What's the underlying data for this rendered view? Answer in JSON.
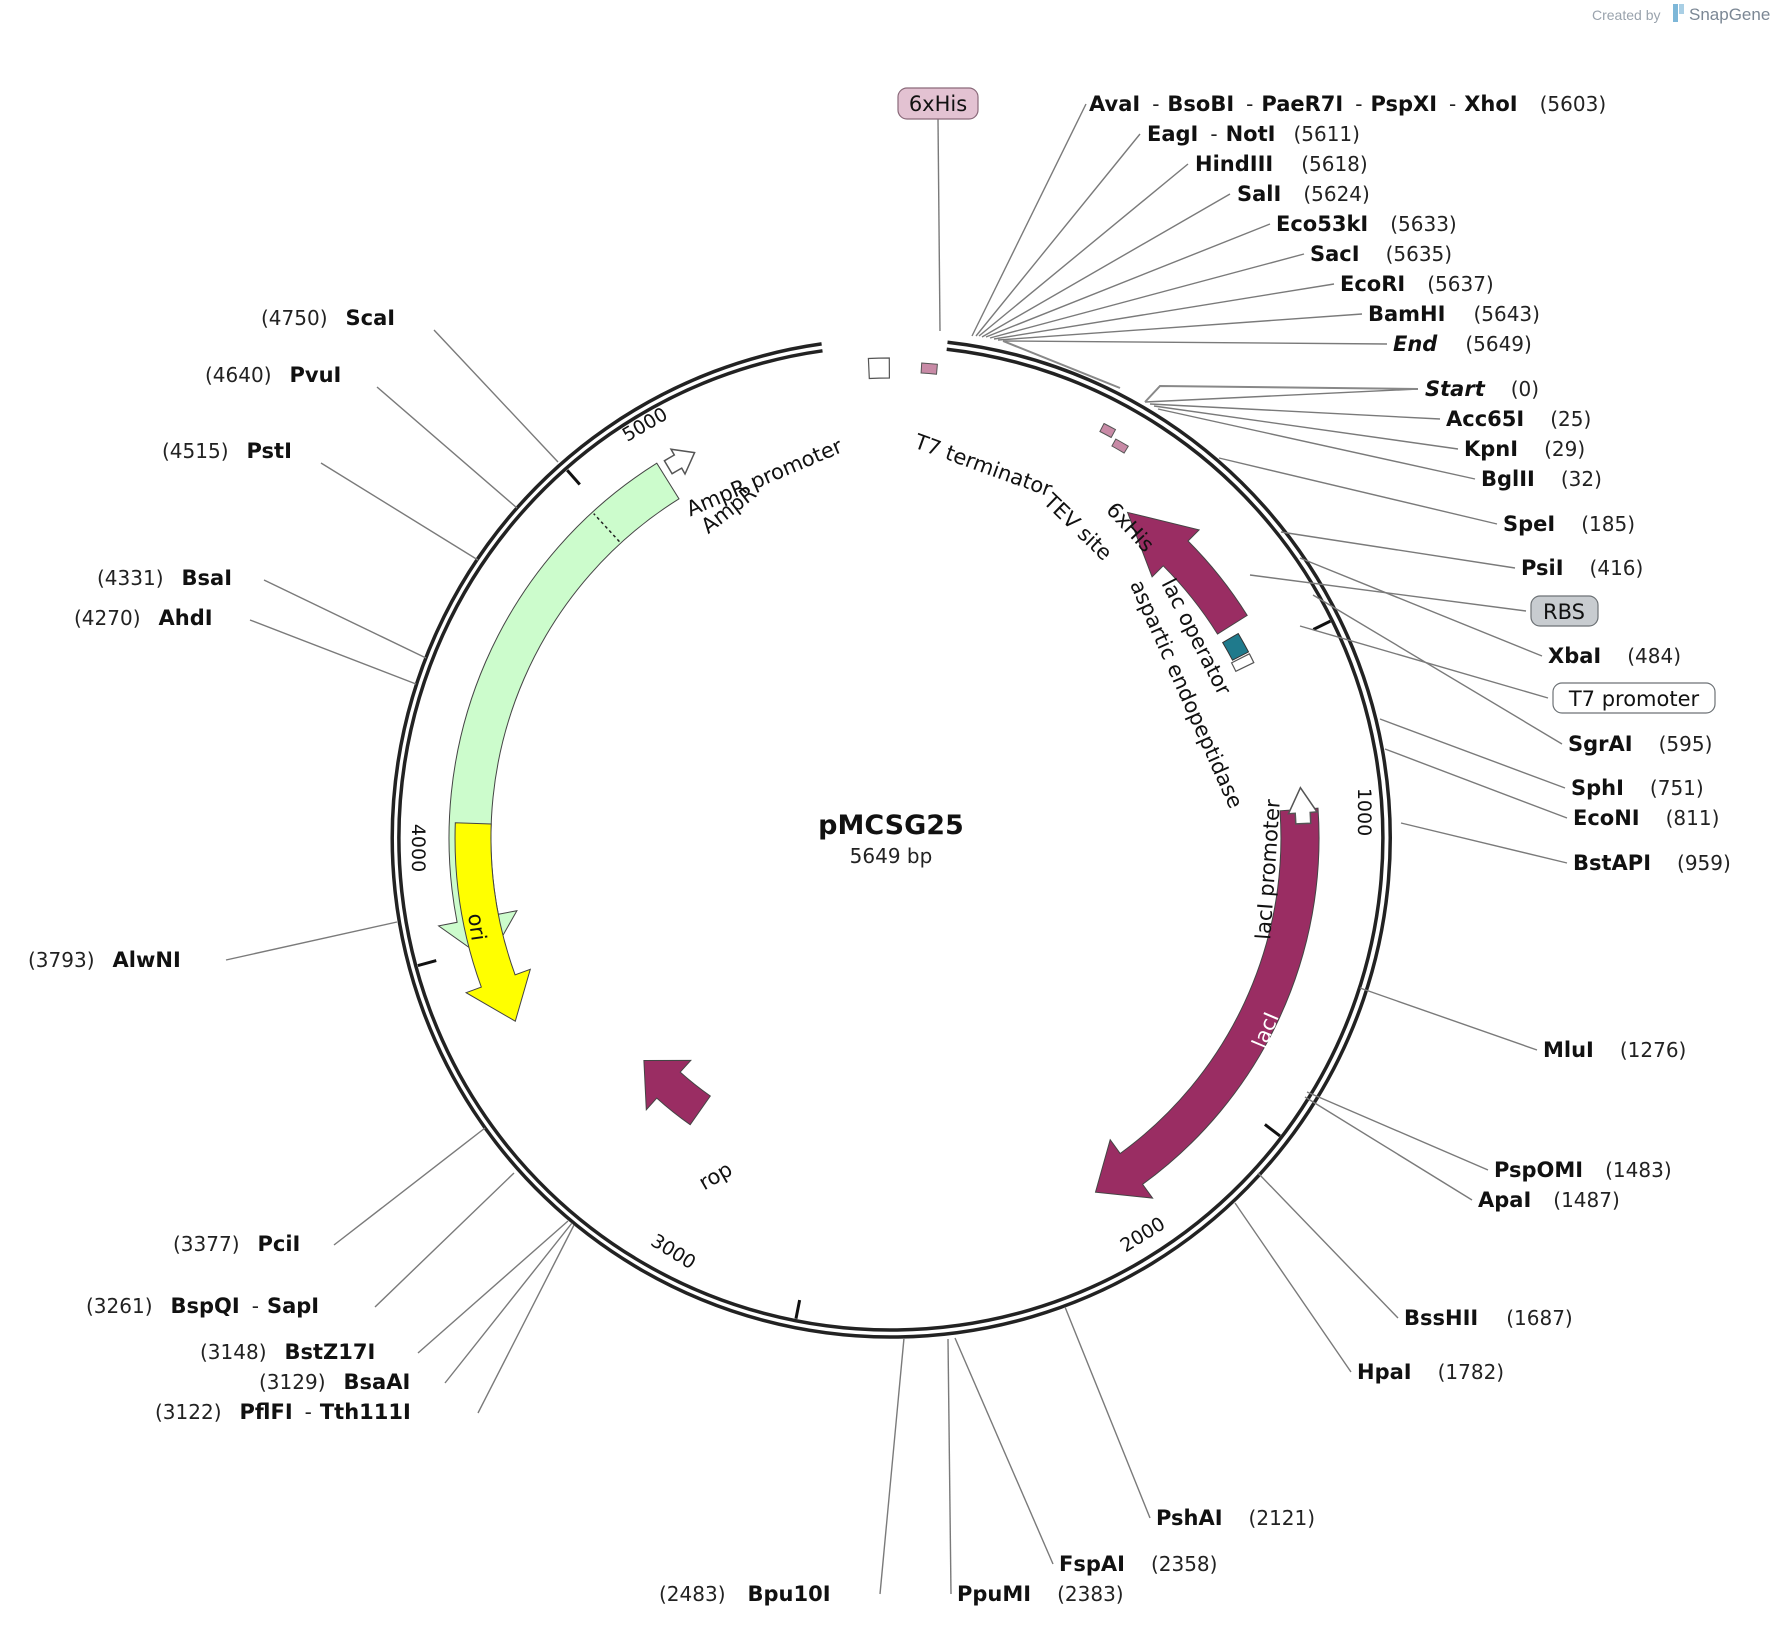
{
  "credit": {
    "prefix": "Created by",
    "brand": "SnapGene"
  },
  "plasmid": {
    "name": "pMCSG25",
    "length": "5649 bp"
  },
  "ticks": [
    "1000",
    "2000",
    "3000",
    "4000",
    "5000"
  ],
  "colors": {
    "lacI": "#9a2d63",
    "AmpR": "#ccfccc",
    "ori": "#ffff00",
    "rop": "#9a2d63",
    "tag": "#c88aa6",
    "lac_operator": "#1f7a8c",
    "backbone": "#222222"
  },
  "features": {
    "AmpR": "AmpR",
    "AmpR_promoter": "AmpR promoter",
    "ori": "ori",
    "rop": "rop",
    "lacI": "lacI",
    "lacI_promoter": "lacI promoter",
    "lac_operator": "lac operator",
    "asp": "aspartic endopeptidase",
    "his_inner": "6xHis",
    "tev": "TEV site",
    "t7_terminator": "T7 terminator"
  },
  "boxed_features": {
    "his_top": "6xHis",
    "rbs": "RBS",
    "t7_promoter": "T7 promoter"
  },
  "sites_right": [
    {
      "name": "AvaI",
      "extra": [
        "BsoBI",
        "PaeR7I",
        "PspXI",
        "XhoI"
      ],
      "pos": "(5603)"
    },
    {
      "name": "EagI",
      "extra": [
        "NotI"
      ],
      "pos": "(5611)"
    },
    {
      "name": "HindIII",
      "pos": "(5618)"
    },
    {
      "name": "SalI",
      "pos": "(5624)"
    },
    {
      "name": "Eco53kI",
      "pos": "(5633)"
    },
    {
      "name": "SacI",
      "pos": "(5635)"
    },
    {
      "name": "EcoRI",
      "pos": "(5637)"
    },
    {
      "name": "BamHI",
      "pos": "(5643)"
    },
    {
      "name": "End",
      "pos": "(5649)"
    },
    {
      "name": "Start",
      "pos": "(0)"
    },
    {
      "name": "Acc65I",
      "pos": "(25)"
    },
    {
      "name": "KpnI",
      "pos": "(29)"
    },
    {
      "name": "BglII",
      "pos": "(32)"
    },
    {
      "name": "SpeI",
      "pos": "(185)"
    },
    {
      "name": "PsiI",
      "pos": "(416)"
    },
    {
      "name": "XbaI",
      "pos": "(484)"
    },
    {
      "name": "SgrAI",
      "pos": "(595)"
    },
    {
      "name": "SphI",
      "pos": "(751)"
    },
    {
      "name": "EcoNI",
      "pos": "(811)"
    },
    {
      "name": "BstAPI",
      "pos": "(959)"
    },
    {
      "name": "MluI",
      "pos": "(1276)"
    },
    {
      "name": "PspOMI",
      "pos": "(1483)"
    },
    {
      "name": "ApaI",
      "pos": "(1487)"
    },
    {
      "name": "BssHII",
      "pos": "(1687)"
    },
    {
      "name": "HpaI",
      "pos": "(1782)"
    },
    {
      "name": "PshAI",
      "pos": "(2121)"
    },
    {
      "name": "FspAI",
      "pos": "(2358)"
    },
    {
      "name": "PpuMI",
      "pos": "(2383)"
    },
    {
      "name": "Bpu10I",
      "pos": "(2483)"
    }
  ],
  "sites_left": [
    {
      "name": "ScaI",
      "pos": "(4750)"
    },
    {
      "name": "PvuI",
      "pos": "(4640)"
    },
    {
      "name": "PstI",
      "pos": "(4515)"
    },
    {
      "name": "BsaI",
      "pos": "(4331)"
    },
    {
      "name": "AhdI",
      "pos": "(4270)"
    },
    {
      "name": "AlwNI",
      "pos": "(3793)"
    },
    {
      "name": "PciI",
      "pos": "(3377)"
    },
    {
      "name": "BspQI",
      "extra": [
        "SapI"
      ],
      "pos": "(3261)"
    },
    {
      "name": "BstZ17I",
      "pos": "(3148)"
    },
    {
      "name": "BsaAI",
      "pos": "(3129)"
    },
    {
      "name": "PflFI",
      "extra": [
        "Tth111I"
      ],
      "pos": "(3122)"
    }
  ]
}
